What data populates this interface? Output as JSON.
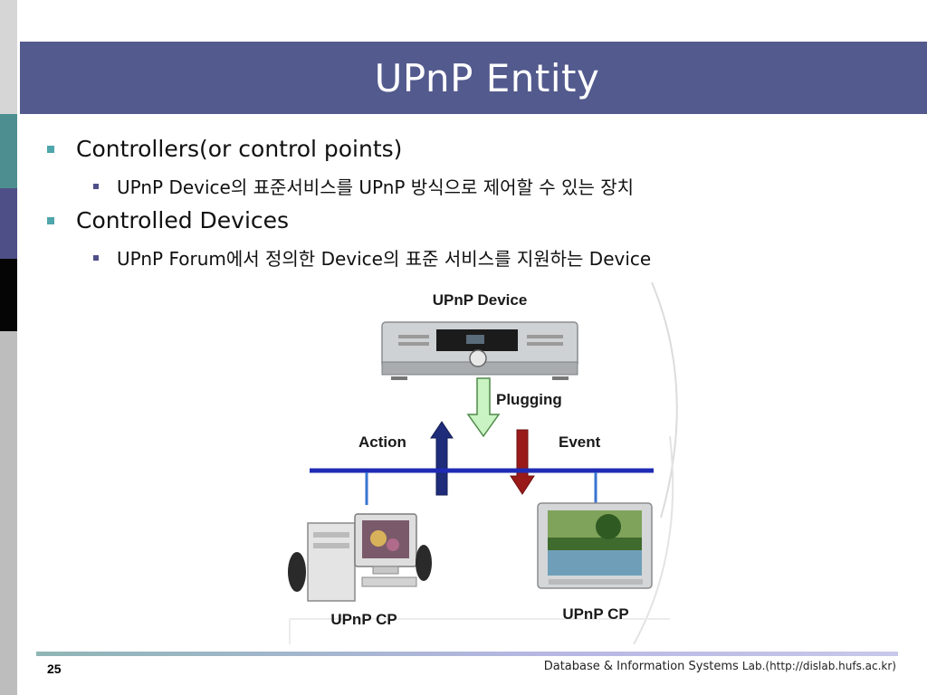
{
  "slide": {
    "title": "UPnP Entity",
    "bullets": [
      {
        "text": "Controllers(or control points)",
        "sub": "UPnP Device의 표준서비스를 UPnP 방식으로 제어할 수 있는 장치"
      },
      {
        "text": "Controlled Devices",
        "sub": "UPnP Forum에서 정의한 Device의 표준 서비스를 지원하는 Device"
      }
    ]
  },
  "diagram": {
    "device_label": "UPnP Device",
    "plugging_label": "Plugging",
    "action_label": "Action",
    "event_label": "Event",
    "cp_left_label": "UPnP CP",
    "cp_right_label": "UPnP CP"
  },
  "footer": {
    "page_number": "25",
    "lab_name": "Database & Information Systems ",
    "lab_url": "Lab.(http://dislab.hufs.ac.kr)"
  },
  "colors": {
    "title_bar": "#535a8d",
    "bullet_l1": "#4fa6ac",
    "bullet_l2": "#4f4f88",
    "bus_line": "#1f2bb5",
    "action_arrow": "#1e2c7a",
    "event_arrow": "#9a1a1a",
    "plug_arrow": "#c9f3c2"
  }
}
